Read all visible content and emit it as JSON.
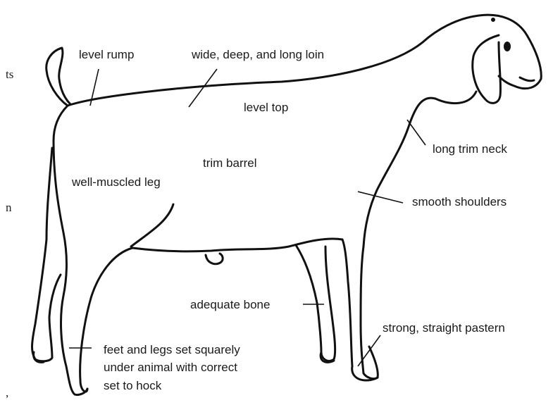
{
  "labels": {
    "level_rump": "level rump",
    "loin": "wide, deep, and long loin",
    "level_top": "level top",
    "neck": "long trim neck",
    "barrel": "trim barrel",
    "leg": "well-muscled leg",
    "shoulders": "smooth shoulders",
    "bone": "adequate bone",
    "pastern": "strong, straight pastern",
    "feet_line1": "feet and legs set squarely",
    "feet_line2": "under animal with correct",
    "feet_line3": "set to hock"
  },
  "margin_fragments": [
    "ts",
    "n",
    ","
  ]
}
